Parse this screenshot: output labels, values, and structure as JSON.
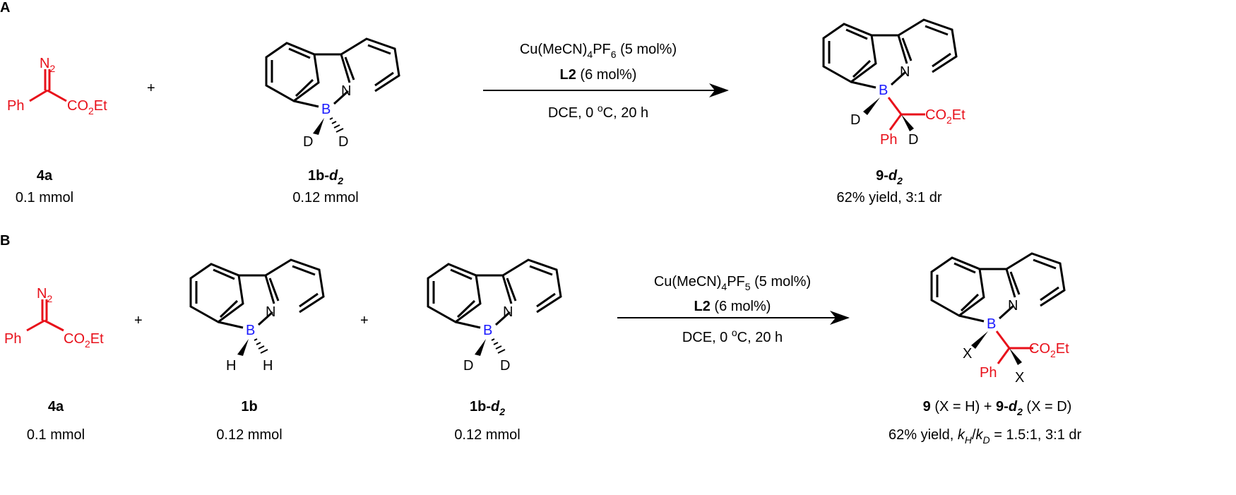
{
  "colors": {
    "red": "#e8101a",
    "blue": "#1a1aff",
    "black": "#000000"
  },
  "panels": [
    {
      "label": "A",
      "plus": "+",
      "diazo": {
        "n2_main": "N",
        "n2_sub": "2",
        "ph": "Ph",
        "ester_a": "CO",
        "ester_sub": "2",
        "ester_b": "Et"
      },
      "substrate": {
        "B": "B",
        "N": "N",
        "h1": "D",
        "h2": "D"
      },
      "conditions": {
        "line1_a": "Cu(MeCN)",
        "line1_sub1": "4",
        "line1_b": "PF",
        "line1_sub2": "6",
        "line1_c": " (5 mol%)",
        "line2_bold": "L2",
        "line2_rest": " (6 mol%)",
        "line3_a": "DCE, 0 ",
        "line3_sup": "o",
        "line3_b": "C, 20 h"
      },
      "product": {
        "B": "B",
        "N": "N",
        "x1": "D",
        "x2": "D",
        "ph": "Ph",
        "ester_a": "CO",
        "ester_sub": "2",
        "ester_b": "Et"
      },
      "compounds": [
        {
          "id_a": "4a",
          "id_b": "",
          "amount": "0.1 mmol"
        },
        {
          "id_a": "1b-",
          "id_b": "d",
          "id_sub": "2",
          "amount": "0.12 mmol"
        }
      ],
      "product_label": {
        "id_a": "9-",
        "id_b": "d",
        "id_sub": "2",
        "result": "62% yield,  3:1 dr"
      }
    },
    {
      "label": "B",
      "plus": "+",
      "diazo": {
        "n2_main": "N",
        "n2_sub": "2",
        "ph": "Ph",
        "ester_a": "CO",
        "ester_sub": "2",
        "ester_b": "Et"
      },
      "substrate_h": {
        "B": "B",
        "N": "N",
        "h1": "H",
        "h2": "H"
      },
      "substrate_d": {
        "B": "B",
        "N": "N",
        "h1": "D",
        "h2": "D"
      },
      "conditions": {
        "line1_a": "Cu(MeCN)",
        "line1_sub1": "4",
        "line1_b": "PF",
        "line1_sub2": "5",
        "line1_c": " (5 mol%)",
        "line2_bold": "L2",
        "line2_rest": " (6 mol%)",
        "line3_a": "DCE, 0 ",
        "line3_sup": "o",
        "line3_b": "C, 20 h"
      },
      "product": {
        "B": "B",
        "N": "N",
        "x1": "X",
        "x2": "X",
        "ph": "Ph",
        "ester_a": "CO",
        "ester_sub": "2",
        "ester_b": "Et"
      },
      "compounds": [
        {
          "id_a": "4a",
          "amount": "0.1 mmol"
        },
        {
          "id_a": "1b",
          "amount": "0.12 mmol"
        },
        {
          "id_a": "1b-",
          "id_b": "d",
          "id_sub": "2",
          "amount": "0.12 mmol"
        }
      ],
      "product_label": {
        "p1_bold": "9",
        "p1_rest": " (X = H) + ",
        "p2_bold": "9-",
        "p2_ital": "d",
        "p2_sub": "2",
        "p2_rest": " (X = D)",
        "r_a": "62% yield, ",
        "r_k1": "k",
        "r_k1sub": "H",
        "r_slash": "/",
        "r_k2": "k",
        "r_k2sub": "D",
        "r_b": " = 1.5:1, 3:1 dr"
      }
    }
  ]
}
